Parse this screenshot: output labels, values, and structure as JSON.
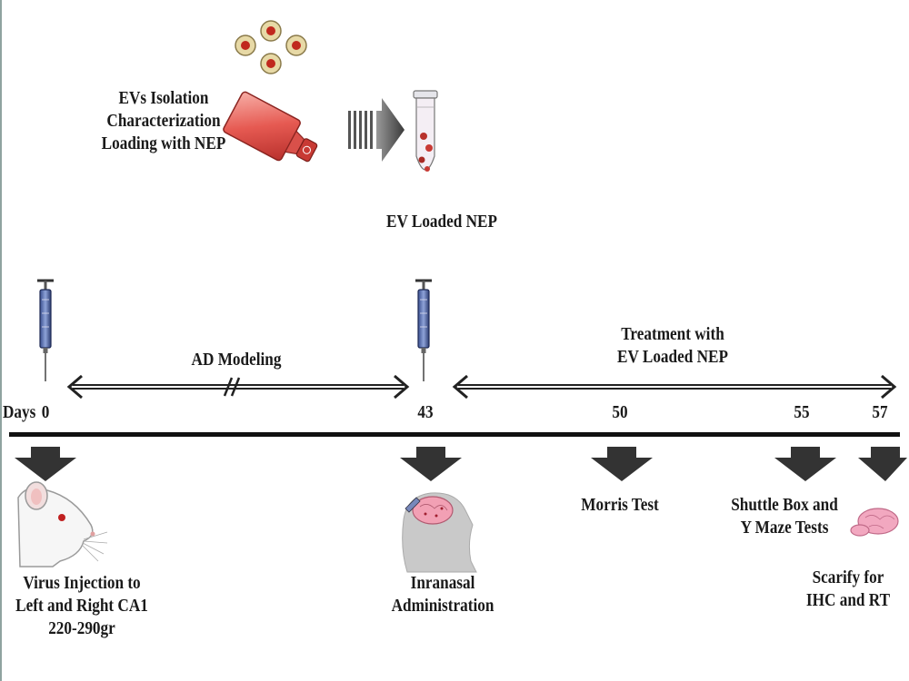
{
  "preparation": {
    "steps": [
      "EVs Isolation",
      "Characterization",
      "Loading with NEP"
    ],
    "product": "EV Loaded NEP"
  },
  "timeline": {
    "unit_label": "Days",
    "phase_modeling": "AD Modeling",
    "phase_treatment": [
      "Treatment with",
      "EV Loaded NEP"
    ],
    "day_0": "0",
    "day_43": "43",
    "day_50": "50",
    "day_55": "55",
    "day_57": "57"
  },
  "events": {
    "day_0": [
      "Virus Injection to",
      "Left and Right CA1",
      "220-290gr"
    ],
    "day_43": [
      "Inranasal",
      "Administration"
    ],
    "day_50": [
      "Morris Test"
    ],
    "day_55": [
      "Shuttle Box and",
      "Y Maze Tests"
    ],
    "day_57": [
      "Scarify for",
      "IHC and RT"
    ]
  }
}
